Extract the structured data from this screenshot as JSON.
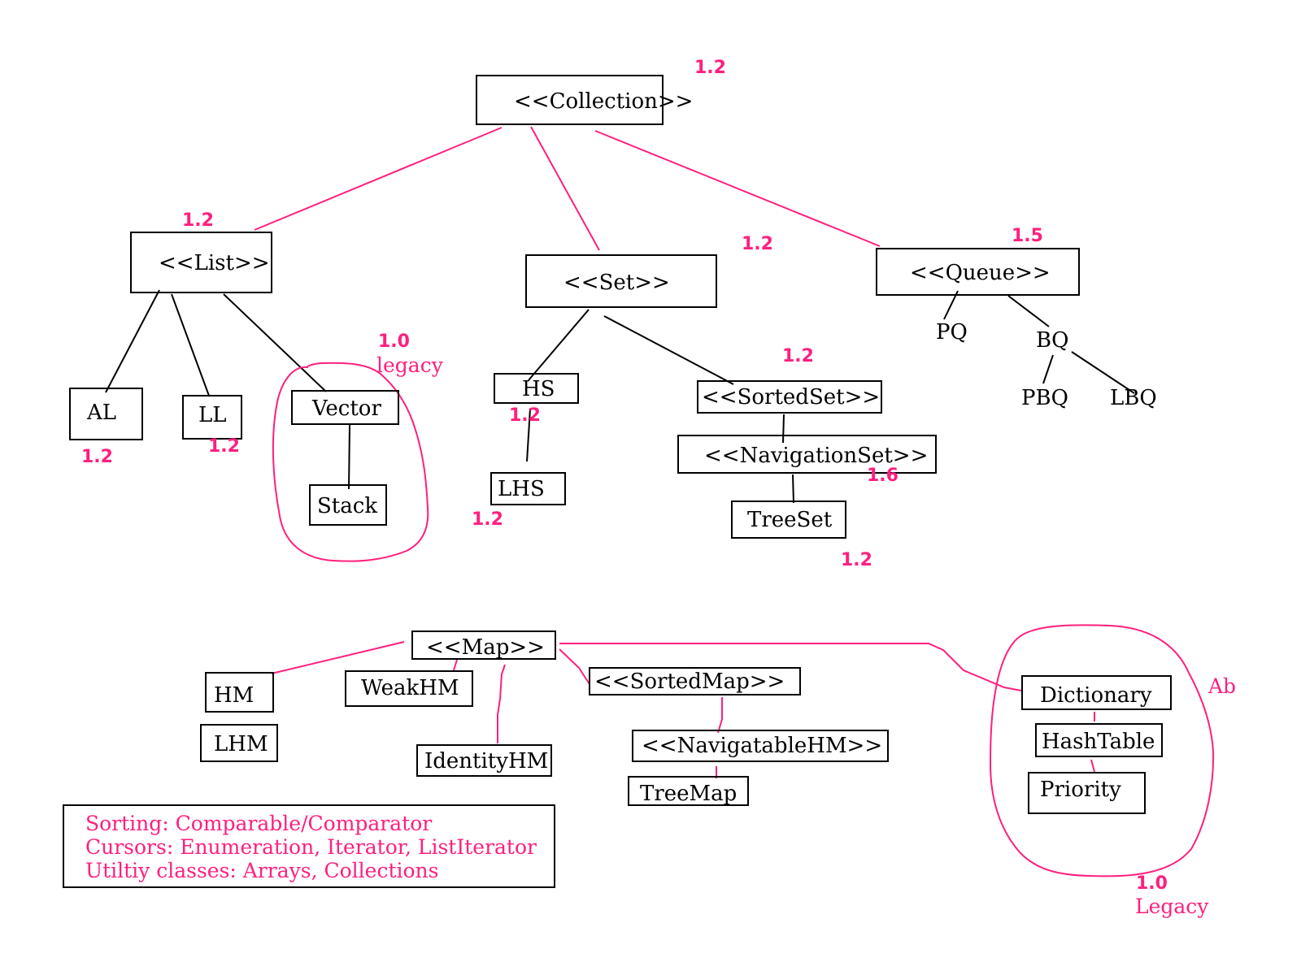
{
  "nodes": {
    "collection": "<<Collection>>",
    "list": "<<List>>",
    "set": "<<Set>>",
    "queue": "<<Queue>>",
    "al": "AL",
    "ll": "LL",
    "vector": "Vector",
    "stack": "Stack",
    "hs": "HS",
    "lhs": "LHS",
    "sortedset": "<<SortedSet>>",
    "navigationset": "<<NavigationSet>>",
    "treeset": "TreeSet",
    "pq": "PQ",
    "bq": "BQ",
    "pbq": "PBQ",
    "lbq": "LBQ",
    "map": "<<Map>>",
    "hm": "HM",
    "lhm": "LHM",
    "weakhm": "WeakHM",
    "identityhm": "IdentityHM",
    "sortedmap": "<<SortedMap>>",
    "navigatablehm": "<<NavigatableHM>>",
    "treemap": "TreeMap",
    "dictionary": "Dictionary",
    "hashtable": "HashTable",
    "priority": "Priority"
  },
  "versions": {
    "collection": "1.2",
    "list": "1.2",
    "set": "1.2",
    "queue": "1.5",
    "al": "1.2",
    "ll": "1.2",
    "vector": "1.0",
    "hs": "1.2",
    "lhs": "1.2",
    "sortedset": "1.2",
    "navigationset": "1.6",
    "treeset": "1.2",
    "dictionary": "1.0"
  },
  "annotations": {
    "vector_legacy": "legacy",
    "dictionary_legacy": "Legacy",
    "dictionary_ab": "Ab"
  },
  "notes": {
    "sorting": "Sorting:  Comparable/Comparator",
    "cursors": "Cursors:  Enumeration,  Iterator,  ListIterator",
    "utility": "Utiltiy  classes:  Arrays,  Collections"
  },
  "colors": {
    "pink": "#ff1f7f",
    "black": "#000000"
  }
}
